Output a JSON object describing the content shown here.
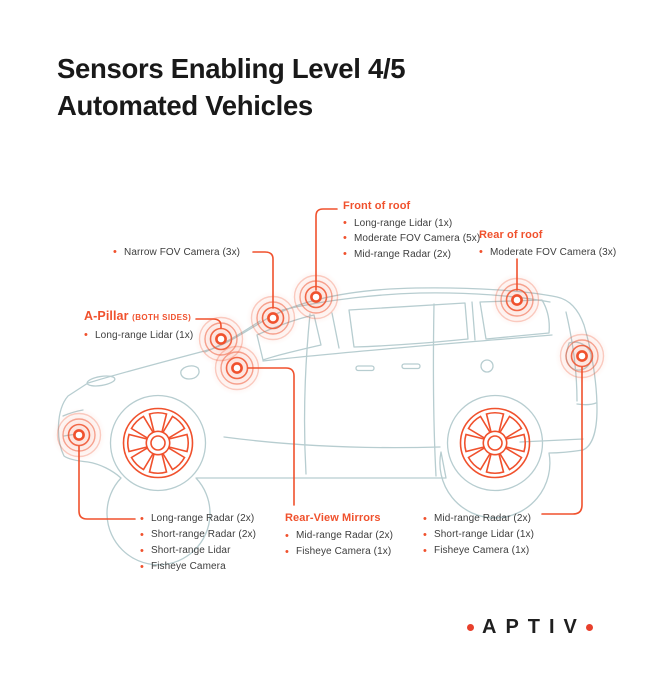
{
  "title": {
    "line1": "Sensors Enabling Level 4/5",
    "line2": "Automated Vehicles"
  },
  "callouts": {
    "front_of_roof": {
      "heading": "Front of roof",
      "items": [
        "Long-range Lidar (1x)",
        "Moderate FOV Camera (5x)",
        "Mid-range Radar (2x)"
      ]
    },
    "rear_of_roof": {
      "heading": "Rear of roof",
      "items": [
        "Moderate FOV Camera (3x)"
      ]
    },
    "narrow_fov_camera": {
      "items": [
        "Narrow FOV Camera (3x)"
      ]
    },
    "a_pillar": {
      "heading": "A-Pillar",
      "note": "(BOTH SIDES)",
      "items": [
        "Long-range Lidar (1x)"
      ]
    },
    "front_bumper": {
      "items": [
        "Long-range Radar (2x)",
        "Short-range Radar (2x)",
        "Short-range Lidar",
        "Fisheye Camera"
      ]
    },
    "rear_view_mirrors": {
      "heading": "Rear-View Mirrors",
      "items": [
        "Mid-range Radar (2x)",
        "Fisheye Camera (1x)"
      ]
    },
    "rear_bumper": {
      "items": [
        "Mid-range Radar (2x)",
        "Short-range Lidar (1x)",
        "Fisheye Camera (1x)"
      ]
    }
  },
  "logo": {
    "text": "APTIV"
  },
  "colors": {
    "accent": "#F0512D",
    "logo_dot": "#E8402C",
    "car_line": "#B7CDD0",
    "body_text": "#3D3D3D",
    "title_text": "#191919"
  }
}
